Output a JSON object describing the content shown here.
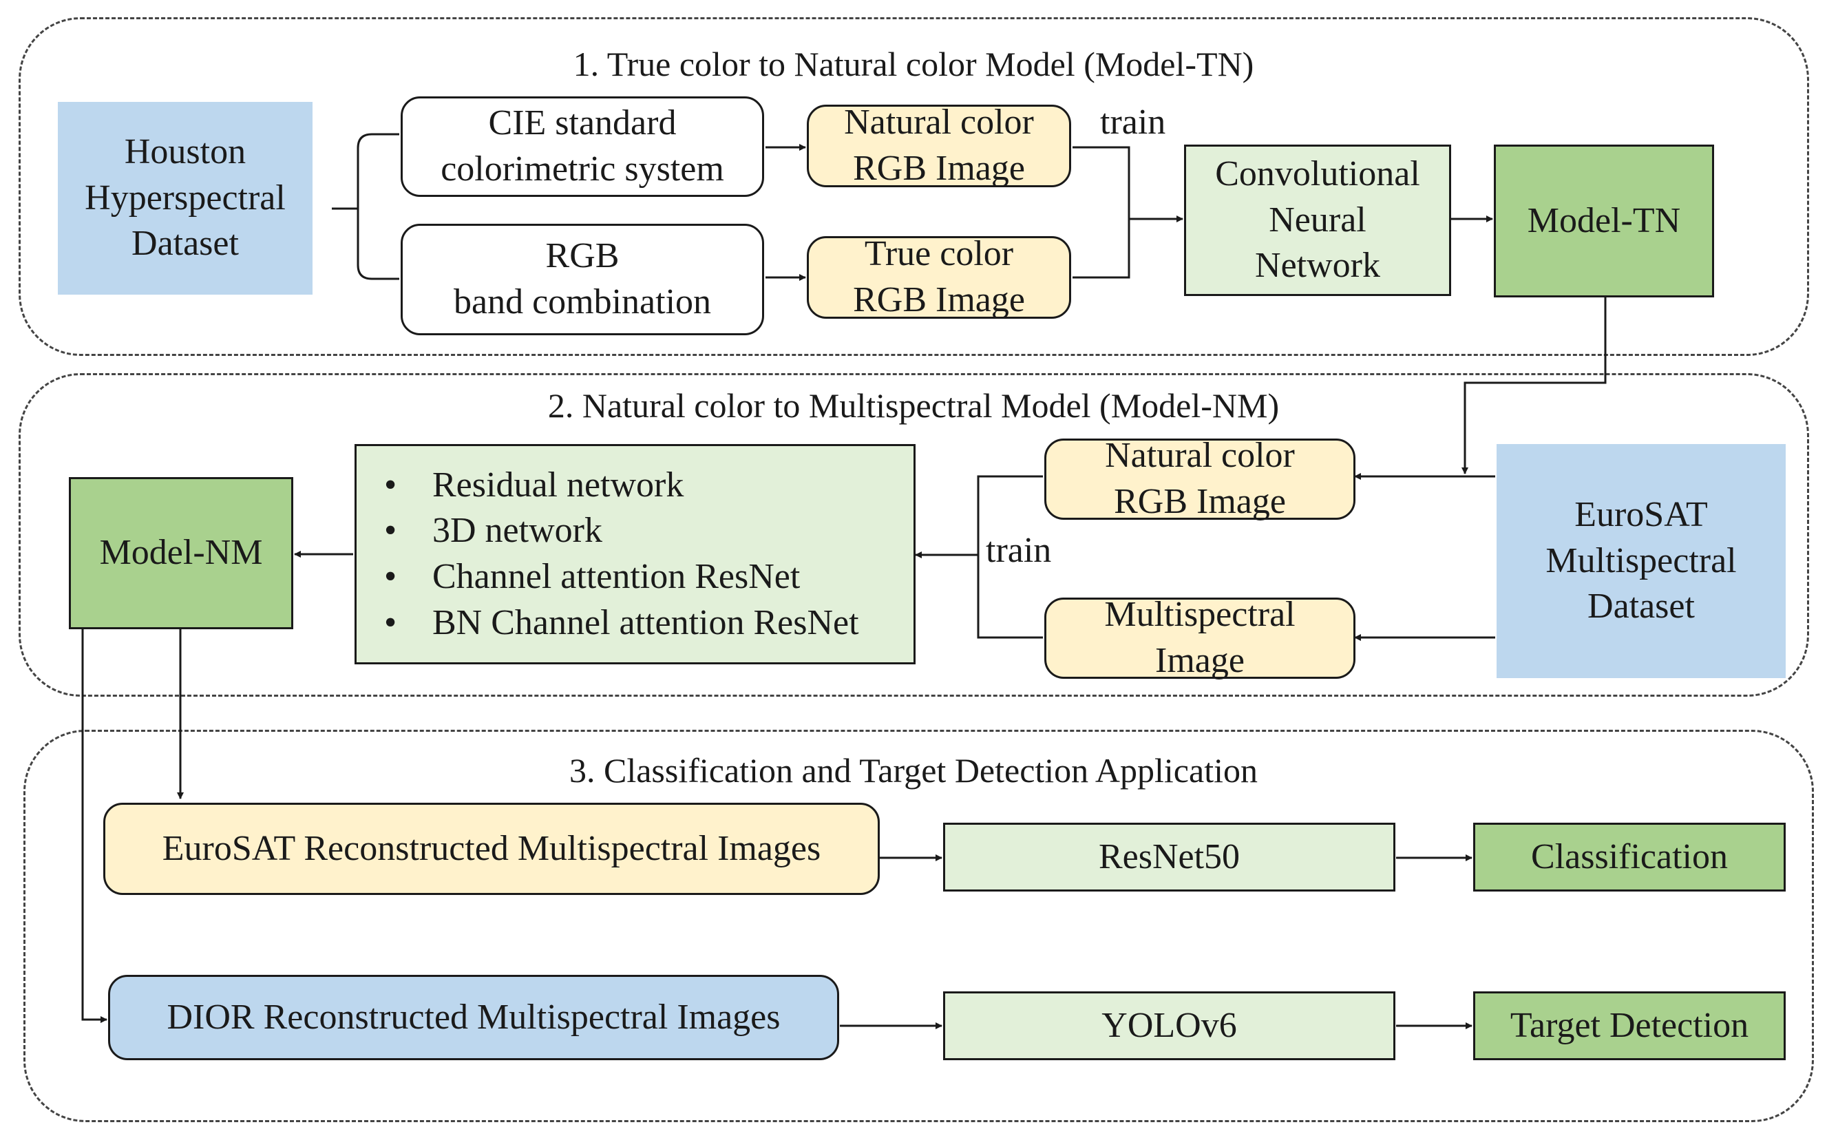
{
  "groups": {
    "g1_title": "1. True color to Natural color Model (Model-TN)",
    "g2_title": "2. Natural color to Multispectral Model (Model-NM)",
    "g3_title": "3. Classification and Target Detection Application"
  },
  "section1": {
    "houston": [
      "Houston",
      "Hyperspectral",
      "Dataset"
    ],
    "cie": [
      "CIE standard",
      "colorimetric system"
    ],
    "rgb_band": [
      "RGB",
      "band combination"
    ],
    "natural_rgb": [
      "Natural color",
      "RGB Image"
    ],
    "true_rgb": [
      "True color",
      "RGB Image"
    ],
    "train_label": "train",
    "cnn": [
      "Convolutional",
      "Neural",
      "Network"
    ],
    "model_tn": "Model-TN"
  },
  "section2": {
    "model_nm": "Model-NM",
    "networks": [
      "Residual network",
      "3D network",
      "Channel attention ResNet",
      "BN Channel attention ResNet"
    ],
    "train_label": "train",
    "natural_rgb": [
      "Natural color",
      "RGB Image"
    ],
    "multispectral": [
      "Multispectral",
      "Image"
    ],
    "eurosat": [
      "EuroSAT",
      "Multispectral",
      "Dataset"
    ]
  },
  "section3": {
    "eurosat_recon": "EuroSAT Reconstructed Multispectral Images",
    "resnet50": "ResNet50",
    "classification": "Classification",
    "dior_recon": "DIOR Reconstructed Multispectral Images",
    "yolov6": "YOLOv6",
    "target_detection": "Target Detection"
  },
  "colors": {
    "blue": "#bdd7ee",
    "green_light": "#e2f0d9",
    "green_dark": "#a9d18e",
    "yellow": "#fff2cc"
  }
}
